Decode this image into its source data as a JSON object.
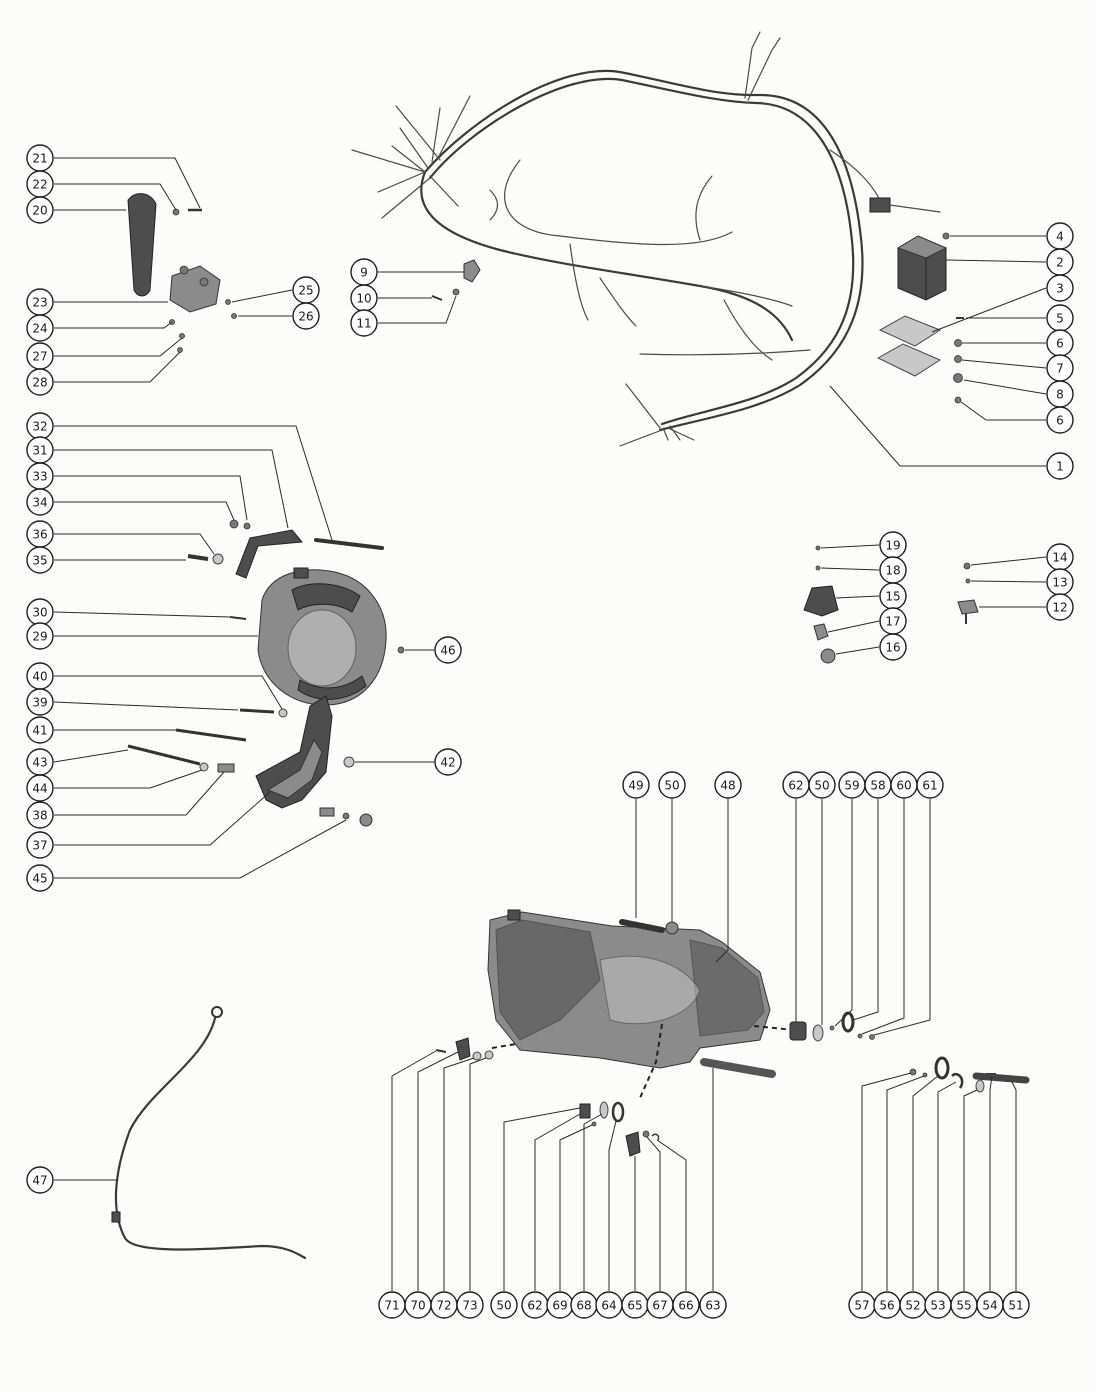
{
  "diagram": {
    "callouts": [
      "21",
      "22",
      "20",
      "23",
      "24",
      "27",
      "28",
      "25",
      "26",
      "32",
      "31",
      "33",
      "34",
      "36",
      "35",
      "30",
      "29",
      "46",
      "40",
      "39",
      "41",
      "43",
      "44",
      "42",
      "38",
      "37",
      "45",
      "47",
      "9",
      "10",
      "11",
      "4",
      "2",
      "3",
      "5",
      "6",
      "7",
      "8",
      "6",
      "1",
      "19",
      "18",
      "15",
      "17",
      "16",
      "14",
      "13",
      "12",
      "49",
      "50",
      "48",
      "62",
      "50",
      "59",
      "58",
      "60",
      "61",
      "71",
      "70",
      "72",
      "73",
      "50",
      "62",
      "69",
      "68",
      "64",
      "65",
      "67",
      "66",
      "63",
      "57",
      "56",
      "52",
      "53",
      "55",
      "54",
      "51"
    ]
  }
}
